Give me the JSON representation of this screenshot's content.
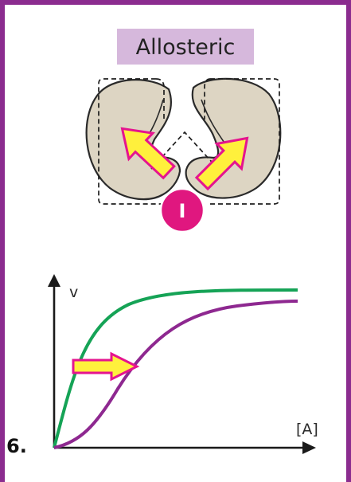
{
  "title": "Allosteric",
  "inhibitor_label": "I",
  "graph": {
    "y_axis_label": "v",
    "x_axis_label": "[A]",
    "curves": [
      {
        "color": "#15a356"
      },
      {
        "color": "#8e2890"
      }
    ]
  },
  "figure_number": "6.",
  "colors": {
    "frame": "#8b2c8f",
    "title_box": "#d6b8dc",
    "subunit_fill": "#ddd5c3",
    "arrow_fill": "#fff03c",
    "arrow_outline": "#e5148f",
    "inhibitor": "#e0177f"
  }
}
